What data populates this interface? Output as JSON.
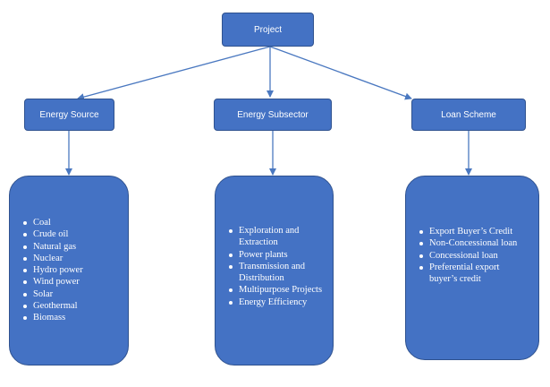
{
  "root": {
    "label": "Project"
  },
  "categories": [
    {
      "title": "Energy Source",
      "items": [
        "Coal",
        "Crude oil",
        "Natural gas",
        "Nuclear",
        "Hydro power",
        "Wind power",
        "Solar",
        "Geothermal",
        "Biomass"
      ]
    },
    {
      "title": "Energy Subsector",
      "items": [
        "Exploration and Extraction",
        "Power plants",
        "Transmission and Distribution",
        "Multipurpose Projects",
        "Energy Efficiency"
      ]
    },
    {
      "title": "Loan Scheme",
      "items": [
        "Export Buyer’s Credit",
        "Non-Concessional loan",
        "Concessional loan",
        "Preferential export buyer’s credit"
      ]
    }
  ],
  "colors": {
    "box_fill": "#4472c4",
    "box_border": "#2f528f",
    "connector": "#4a78c0",
    "text": "#ffffff"
  }
}
